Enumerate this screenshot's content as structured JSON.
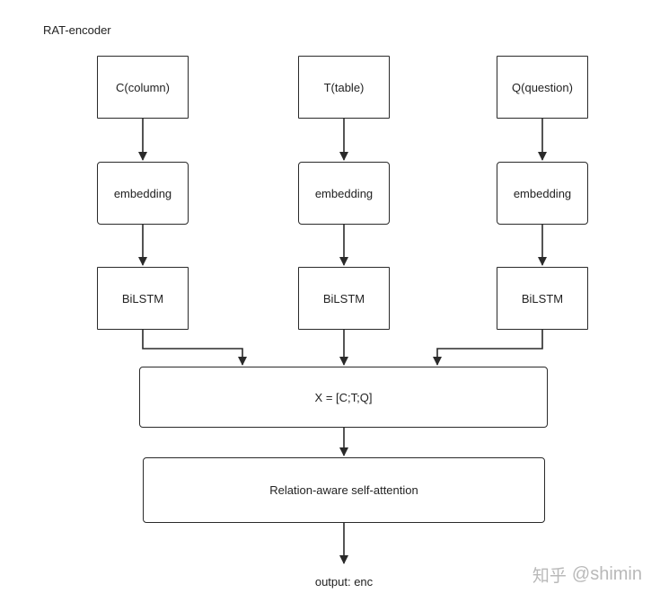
{
  "title": "RAT-encoder",
  "branches": [
    {
      "input": "C(column)",
      "embed": "embedding",
      "encoder": "BiLSTM"
    },
    {
      "input": "T(table)",
      "embed": "embedding",
      "encoder": "BiLSTM"
    },
    {
      "input": "Q(question)",
      "embed": "embedding",
      "encoder": "BiLSTM"
    }
  ],
  "concat": "X =  [C;T;Q]",
  "attention": "Relation-aware self-attention",
  "output": "output: enc",
  "watermark": {
    "left": "知乎",
    "right": "@shimin"
  }
}
